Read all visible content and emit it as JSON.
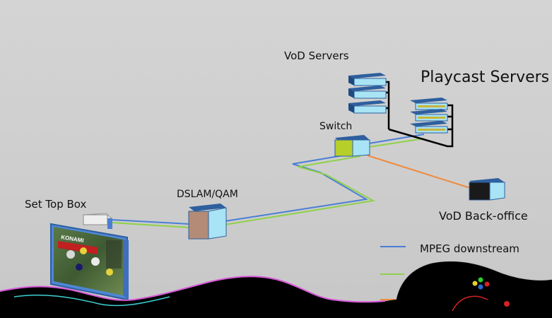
{
  "labels": {
    "vod_servers": "VoD Servers",
    "playcast_servers": "Playcast Servers",
    "switch": "Switch",
    "dslam": "DSLAM/QAM",
    "set_top_box": "Set Top Box",
    "vod_backoffice": "VoD Back-office"
  },
  "legend": {
    "items": [
      {
        "label": "MPEG downstream",
        "color": "#4a7fd4"
      },
      {
        "label": "",
        "color": "#8fd14a"
      },
      {
        "label": "",
        "color": "#f08a3c"
      }
    ]
  },
  "screen": {
    "logo_text": "KONAMI"
  },
  "colors": {
    "background": "#d1d1d1",
    "mpeg_line": "#4a7fd4",
    "green_line": "#8fd14a",
    "orange_line": "#f08a3c",
    "server_top": "#2e5f9e",
    "server_front": "#a8e4f5",
    "playcast_stripe": "#c8b43a",
    "switch_front": "#b6cf2a",
    "dslam_front": "#b38b76",
    "backoffice_front": "#1a1a1a",
    "controller_accent": "#d62222"
  }
}
